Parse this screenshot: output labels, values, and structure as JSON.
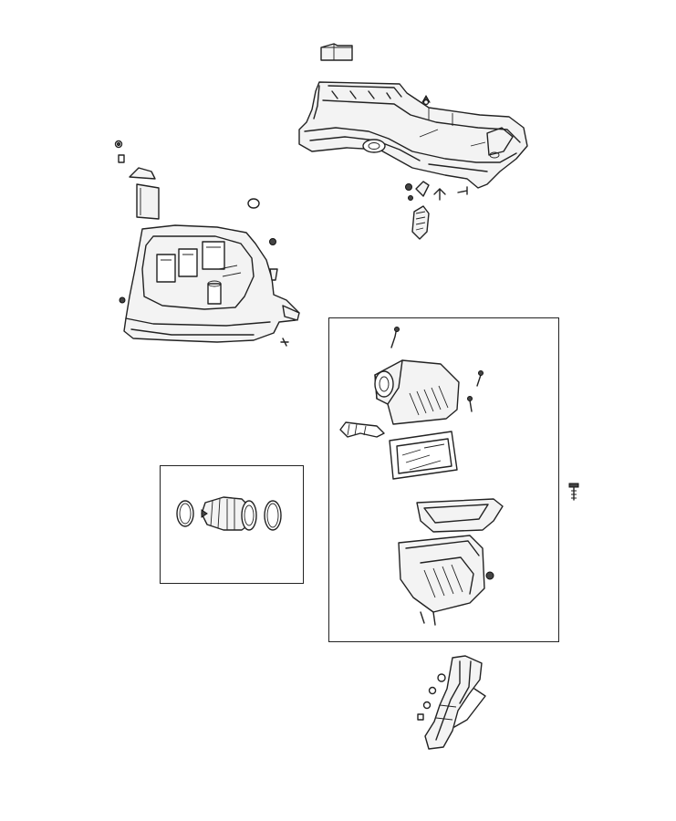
{
  "diagram": {
    "kind": "exploded parts illustration",
    "line_color": "#222222",
    "background": "#ffffff",
    "parts": [
      "upper-air-duct",
      "duct-seal-block",
      "resonator-housing",
      "small-clips",
      "air-cleaner-assembly",
      "intake-hose-with-clamps",
      "lower-air-duct",
      "mounting-bolt"
    ]
  }
}
